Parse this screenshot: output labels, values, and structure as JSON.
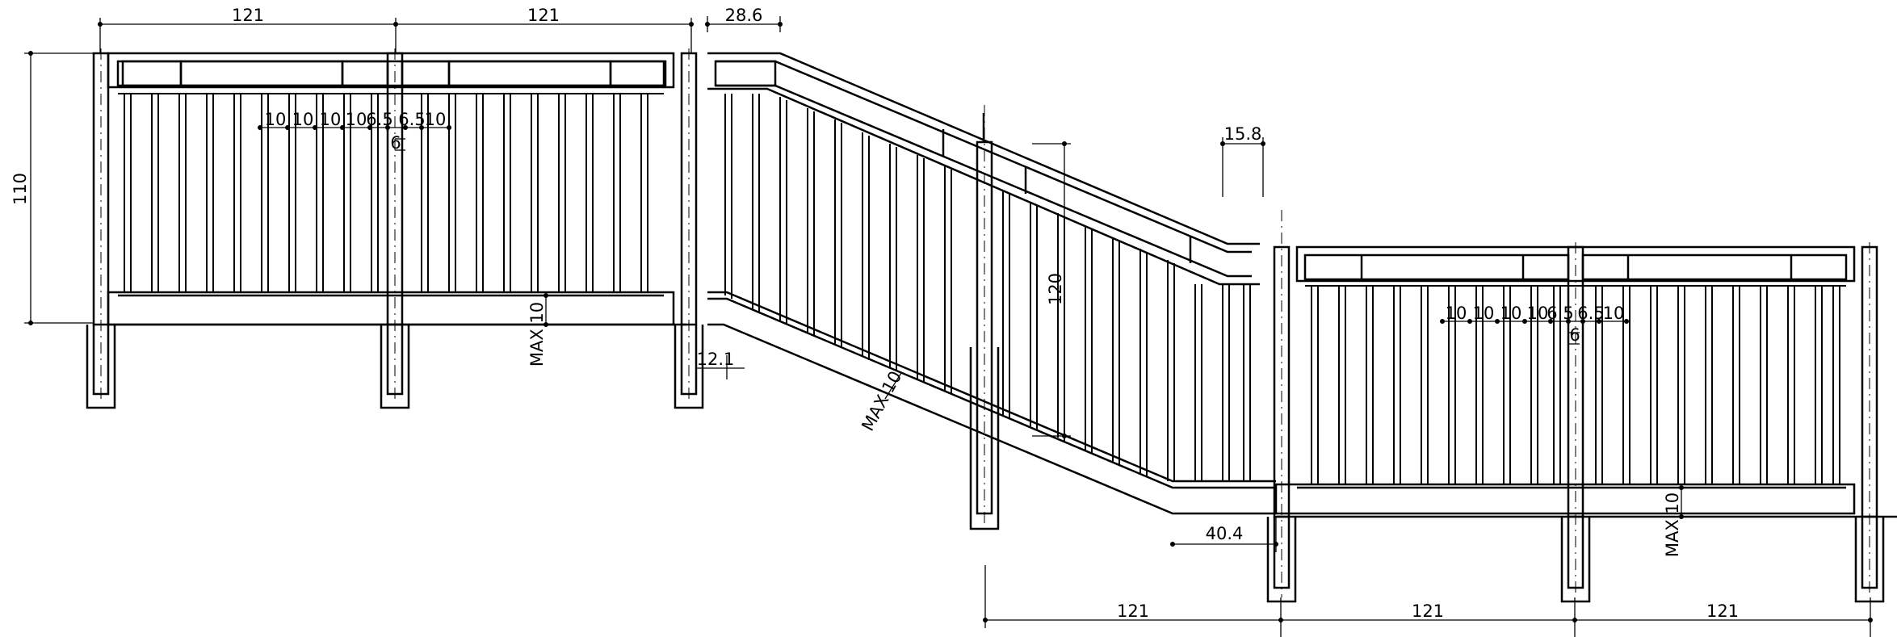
{
  "drawing": {
    "background": "#ffffff",
    "line_color": "#000000",
    "dimensions": {
      "top_span_1": "121",
      "top_span_2": "121",
      "newel_offset_top": "28.6",
      "rail_height": "110",
      "bottom_gap_left": "MAX 10",
      "post_gap_left": "12.1",
      "stair_gap": "MAX 10",
      "rail_height_stair": "120",
      "stair_post_offset": "15.8",
      "stair_foot_offset": "40.4",
      "bottom_gap_right": "MAX 10",
      "bottom_span_1": "121",
      "bottom_span_2": "121",
      "bottom_span_3": "121",
      "baluster_spacing": "10",
      "baluster_half_spacing": "6.5",
      "baluster_small": "6"
    }
  }
}
